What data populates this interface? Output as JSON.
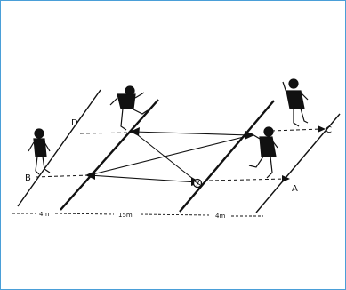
{
  "points": {
    "a": "A",
    "b": "B",
    "c": "C",
    "d": "D"
  },
  "dimensions": {
    "left": "4m",
    "middle": "15m",
    "right": "4m"
  },
  "colors": {
    "frame": "#4a9fd8",
    "ink": "#111111"
  }
}
